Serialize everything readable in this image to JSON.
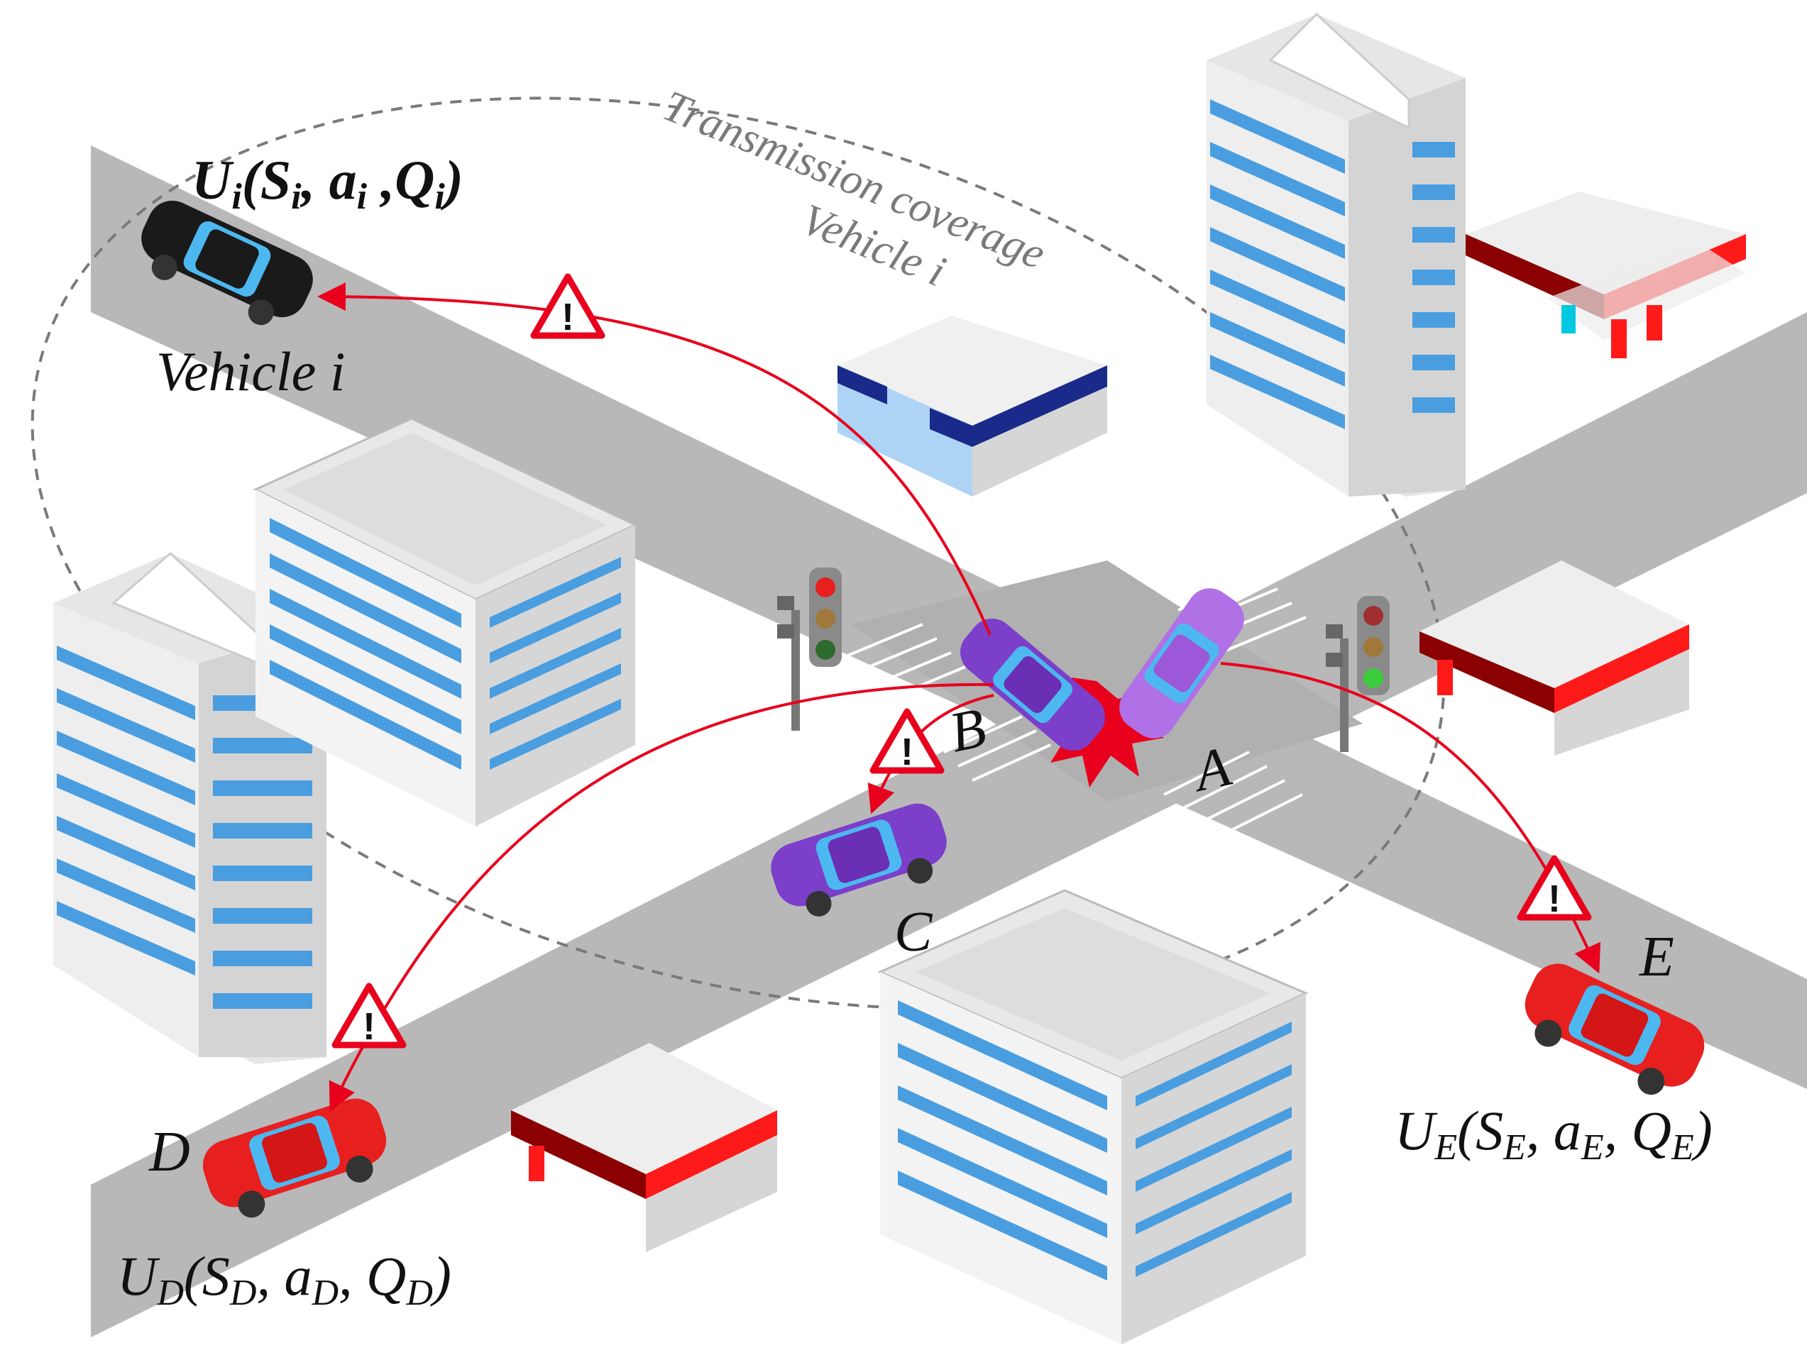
{
  "diagram": {
    "coverage_line1": "Transmission coverage",
    "coverage_line2": "Vehicle i",
    "vehicle_i": {
      "label": "Vehicle i",
      "utility": {
        "U": "U",
        "sub": "i",
        "open": "(",
        "S": "S",
        "a": "a",
        "Q": "Q",
        "close": ")"
      }
    },
    "vehicle_d": {
      "letter": "D",
      "utility": {
        "U": "U",
        "sub": "D",
        "open": "(",
        "S": "S",
        "a": "a",
        "Q": "Q",
        "close": ")"
      }
    },
    "vehicle_e": {
      "letter": "E",
      "utility": {
        "U": "U",
        "sub": "E",
        "open": "(",
        "S": "S",
        "a": "a",
        "Q": "Q",
        "close": ")"
      }
    },
    "vehicle_a": {
      "letter": "A"
    },
    "vehicle_b": {
      "letter": "B"
    },
    "vehicle_c": {
      "letter": "C"
    },
    "warning_symbol": "!",
    "icons": [
      "car-icon",
      "building-icon",
      "traffic-light-icon",
      "warning-icon",
      "collision-icon",
      "gas-station-icon"
    ],
    "colors": {
      "road": "#b8b8b8",
      "message_arrow": "#e8001c",
      "coverage_boundary": "#7a7a7a",
      "building_window": "#4a9ee0",
      "crashed_cars": "#7b3fc9",
      "warned_cars": "#e81f1f",
      "vehicle_i": "#1a1a1a"
    }
  }
}
